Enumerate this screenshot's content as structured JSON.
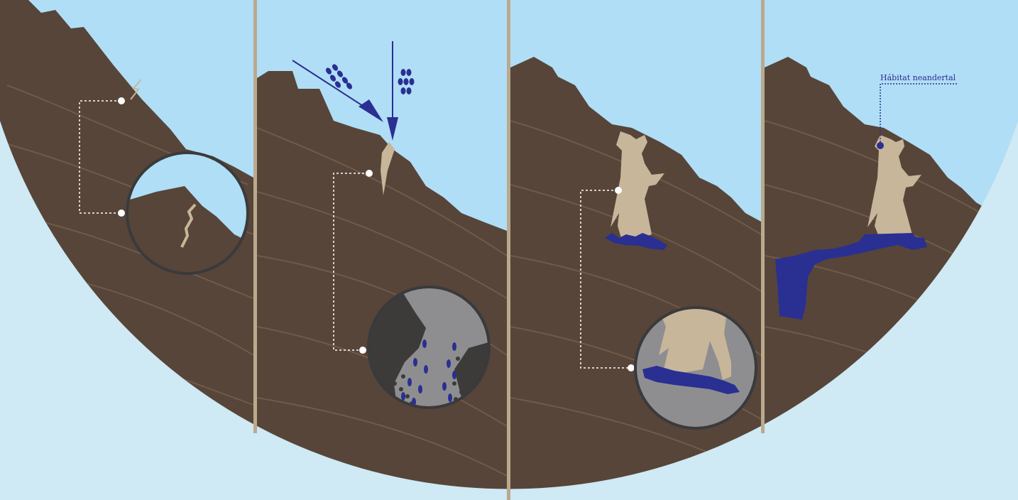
{
  "colors": {
    "background": "#cfe9f5",
    "sky": "#b0def6",
    "rock": "#574539",
    "rock_streak": "#7b6451",
    "cave_void": "#c7b69a",
    "water": "#2a2f92",
    "frame_ring": "#f9cd8c",
    "panel_divider": "#bba98e",
    "zoom_gray": "#8e8e90",
    "zoom_dark": "#3d3a3a",
    "zoom_border": "#3a3a3c",
    "leader_line": "#ffffff"
  },
  "panels": [
    {
      "stage": 1,
      "content": "crack",
      "zoom": "crack-detail"
    },
    {
      "stage": 2,
      "content": "rain-infiltration",
      "zoom": "dissolution-detail"
    },
    {
      "stage": 3,
      "content": "cave-forming",
      "zoom": "underground-water-detail"
    },
    {
      "stage": 4,
      "content": "cave-formed",
      "zoom": null
    }
  ],
  "annotations": {
    "habitat_label": "Hábitat neandertal"
  }
}
